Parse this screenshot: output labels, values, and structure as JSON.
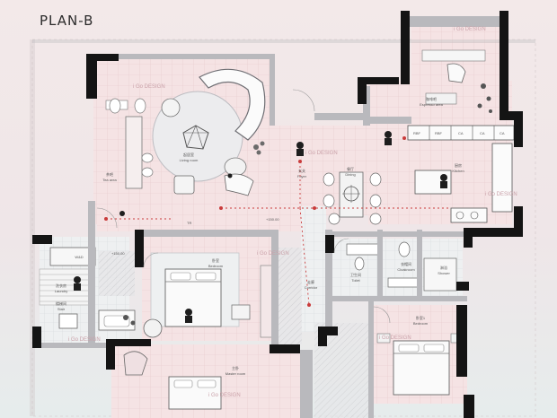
{
  "plan_title": "PLAN-B",
  "watermark": "i Go DESIGN",
  "rooms": {
    "living": {
      "cn": "起居室",
      "en": "Living room"
    },
    "tea": {
      "cn": "茶吧",
      "en": "Tea area"
    },
    "espresso": {
      "cn": "咖啡吧",
      "en": "Espresso area"
    },
    "dining": {
      "cn": "餐厅",
      "en": "Dining"
    },
    "kitchen": {
      "cn": "厨房",
      "en": "Kitchen"
    },
    "foyer": {
      "cn": "玄关",
      "en": "Foyer"
    },
    "wd": {
      "cn": "",
      "en": "W&D"
    },
    "laundry": {
      "cn": "洗衣房",
      "en": "Laundry"
    },
    "stair": {
      "cn": "楼梯间",
      "en": "Stair"
    },
    "bedroom2": {
      "cn": "卧室",
      "en": "Bedroom"
    },
    "corridor": {
      "cn": "走廊",
      "en": "Corridor"
    },
    "toilet": {
      "cn": "卫生间",
      "en": "Toilet"
    },
    "cloakroom": {
      "cn": "衣帽间",
      "en": "Cloakroom"
    },
    "shower": {
      "cn": "淋浴",
      "en": "Shower"
    },
    "bedroom1": {
      "cn": "卧室1",
      "en": "Bedroom"
    },
    "master": {
      "cn": "主卧",
      "en": "Master room"
    }
  },
  "levels": {
    "a": "+150.00",
    "b": "+150.00",
    "c": "TR"
  },
  "appliances": [
    "RBF",
    "RBF",
    "CA",
    "CA",
    "CA"
  ],
  "colors": {
    "wall": "#141414",
    "partition": "#b9b9bd",
    "accent": "#c93b3b",
    "floor": "#f4e2e3"
  }
}
